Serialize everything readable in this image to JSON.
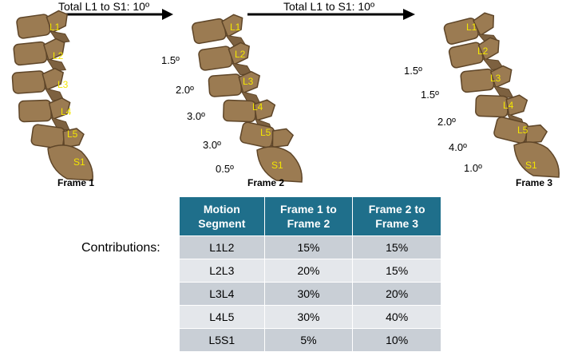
{
  "arrows": {
    "left": "Total L1 to S1: 10º",
    "right": "Total L1 to S1: 10º"
  },
  "frames": [
    {
      "caption": "Frame 1",
      "angles": []
    },
    {
      "caption": "Frame 2",
      "angles": [
        "1.5º",
        "2.0º",
        "3.0º",
        "3.0º",
        "0.5º"
      ]
    },
    {
      "caption": "Frame 3",
      "angles": [
        "1.5º",
        "1.5º",
        "2.0º",
        "4.0º",
        "1.0º"
      ]
    }
  ],
  "vertebra_labels": [
    "L1",
    "L2",
    "L3",
    "L4",
    "L5",
    "S1"
  ],
  "table": {
    "label": "Contributions:",
    "headers": [
      "Motion\nSegment",
      "Frame 1 to\nFrame 2",
      "Frame 2 to\nFrame 3"
    ],
    "rows": [
      [
        "L1L2",
        "15%",
        "15%"
      ],
      [
        "L2L3",
        "20%",
        "15%"
      ],
      [
        "L3L4",
        "30%",
        "20%"
      ],
      [
        "L4L5",
        "30%",
        "40%"
      ],
      [
        "L5S1",
        "5%",
        "10%"
      ]
    ]
  },
  "colors": {
    "bone": "#9b7b52",
    "bone_dark": "#5e4528",
    "label_yellow": "#f3e600",
    "header_teal": "#1f6f8b",
    "row_odd": "#c9cfd6",
    "row_even": "#e4e7eb"
  }
}
